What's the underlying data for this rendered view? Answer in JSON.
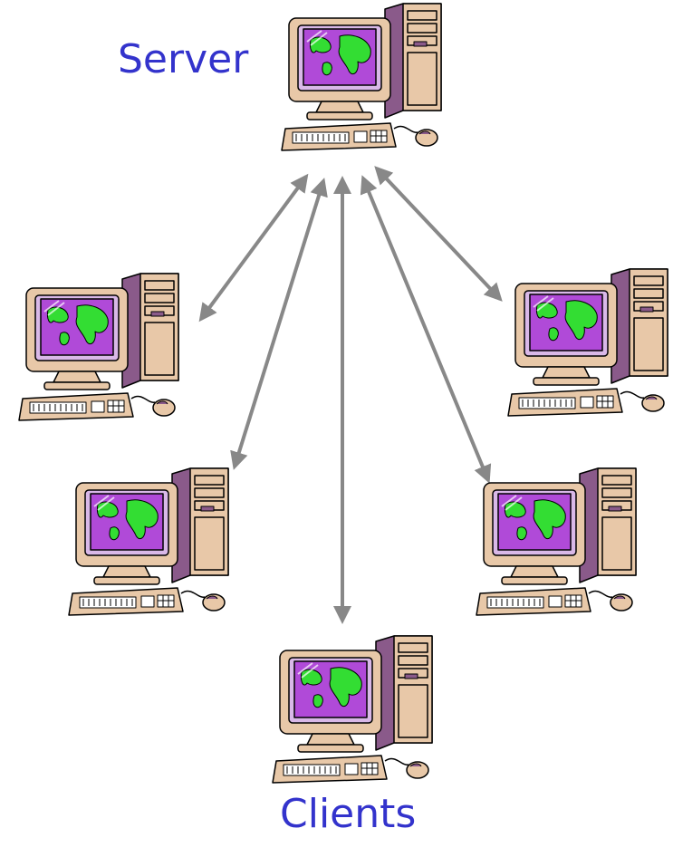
{
  "labels": {
    "server": "Server",
    "clients": "Clients"
  },
  "nodes": [
    {
      "name": "server-computer",
      "role": "server"
    },
    {
      "name": "client-computer-left-upper",
      "role": "client"
    },
    {
      "name": "client-computer-left-lower",
      "role": "client"
    },
    {
      "name": "client-computer-bottom",
      "role": "client"
    },
    {
      "name": "client-computer-right-lower",
      "role": "client"
    },
    {
      "name": "client-computer-right-upper",
      "role": "client"
    }
  ],
  "connections": [
    {
      "from": "server-computer",
      "to": "client-computer-left-upper",
      "direction": "bidirectional"
    },
    {
      "from": "server-computer",
      "to": "client-computer-left-lower",
      "direction": "bidirectional"
    },
    {
      "from": "server-computer",
      "to": "client-computer-bottom",
      "direction": "bidirectional"
    },
    {
      "from": "server-computer",
      "to": "client-computer-right-lower",
      "direction": "bidirectional"
    },
    {
      "from": "server-computer",
      "to": "client-computer-right-upper",
      "direction": "bidirectional"
    }
  ],
  "colors": {
    "label_text": "#3333cc",
    "arrow": "#888888",
    "case": "#e8c8a8",
    "case_shadow": "#8a5a8a",
    "screen": "#b04ad8",
    "screen_land": "#33dd33",
    "outline": "#000000"
  }
}
